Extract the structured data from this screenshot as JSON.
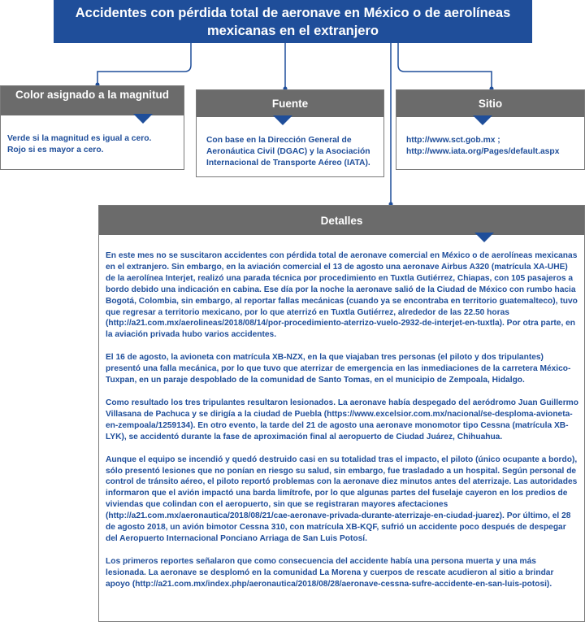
{
  "title": "Accidentes con pérdida total de aeronave en México o de aerolíneas mexicanas en el extranjero",
  "color_card": {
    "header": "Color asignado a la magnitud",
    "lines": [
      "Verde si la magnitud es igual a cero.",
      "Rojo si es mayor a cero."
    ]
  },
  "fuente_card": {
    "header": "Fuente",
    "text": "Con base en la Dirección General de Aeronáutica Civil (DGAC) y la Asociación Internacional de Transporte Aéreo (IATA)."
  },
  "sitio_card": {
    "header": "Sitio",
    "text": "http://www.sct.gob.mx ; http://www.iata.org/Pages/default.aspx"
  },
  "detalles_card": {
    "header": "Detalles",
    "paragraphs": [
      "En este mes no se suscitaron accidentes con pérdida total de aeronave comercial en México o de aerolíneas mexicanas en el extranjero. Sin embargo, en la aviación comercial el 13 de agosto una aeronave Airbus A320 (matrícula XA-UHE) de la aerolínea Interjet, realizó una parada técnica por procedimiento en Tuxtla Gutiérrez, Chiapas, con 105 pasajeros a bordo debido una indicación en cabina. Ese día por la noche la aeronave salió de la Ciudad de México con rumbo hacia Bogotá, Colombia, sin embargo, al reportar fallas mecánicas (cuando ya se encontraba en territorio guatemalteco), tuvo que regresar a territorio mexicano, por lo que aterrizó en Tuxtla Gutiérrez, alrededor de las 22.50 horas (http://a21.com.mx/aerolineas/2018/08/14/por-procedimiento-aterrizo-vuelo-2932-de-interjet-en-tuxtla). Por otra parte, en la aviación privada hubo varios accidentes.",
      "El 16 de agosto, la avioneta con matrícula XB-NZX, en la que viajaban tres personas (el piloto y dos tripulantes) presentó una falla mecánica, por lo que tuvo que aterrizar de emergencia en las inmediaciones de la carretera México-Tuxpan, en un paraje despoblado de la comunidad de Santo Tomas, en el municipio de Zempoala, Hidalgo.",
      "Como resultado los tres tripulantes resultaron lesionados. La aeronave había despegado del aeródromo Juan Guillermo Villasana de Pachuca y se dirigía a la ciudad de Puebla (https://www.excelsior.com.mx/nacional/se-desploma-avioneta-en-zempoala/1259134). En otro evento, la tarde del 21 de agosto una aeronave monomotor tipo Cessna (matrícula XB-LYK), se accidentó durante la fase de aproximación final al aeropuerto de Ciudad Juárez, Chihuahua.",
      "Aunque el equipo se incendió y quedó destruido casi en su totalidad tras el impacto, el piloto (único ocupante a bordo), sólo presentó lesiones que no ponían en riesgo su salud, sin embargo, fue trasladado a un hospital. Según personal de control de tránsito aéreo, el piloto reportó problemas con la aeronave diez minutos antes del aterrizaje. Las autoridades informaron que el avión impactó una barda limítrofe, por lo que algunas partes del fuselaje cayeron en los predios de viviendas que colindan con el aeropuerto, sin que se registraran mayores afectaciones (http://a21.com.mx/aeronautica/2018/08/21/cae-aeronave-privada-durante-aterrizaje-en-ciudad-juarez). Por último, el 28 de agosto 2018, un avión bimotor Cessna 310, con matrícula XB-KQF, sufrió un accidente poco después de despegar del Aeropuerto Internacional Ponciano Arriaga de San Luis Potosí.",
      "Los primeros reportes señalaron que como consecuencia del accidente había una persona muerta y una más lesionada. La aeronave se desplomó en la comunidad La Morena y cuerpos de rescate acudieron al sitio a brindar apoyo (http://a21.com.mx/index.php/aeronautica/2018/08/28/aeronave-cessna-sufre-accidente-en-san-luis-potosi)."
    ]
  },
  "colors": {
    "title_bg": "#1f4e9a",
    "header_bg": "#6b6b6b",
    "body_text": "#1f4e9a",
    "connector": "#1f4e9a"
  }
}
